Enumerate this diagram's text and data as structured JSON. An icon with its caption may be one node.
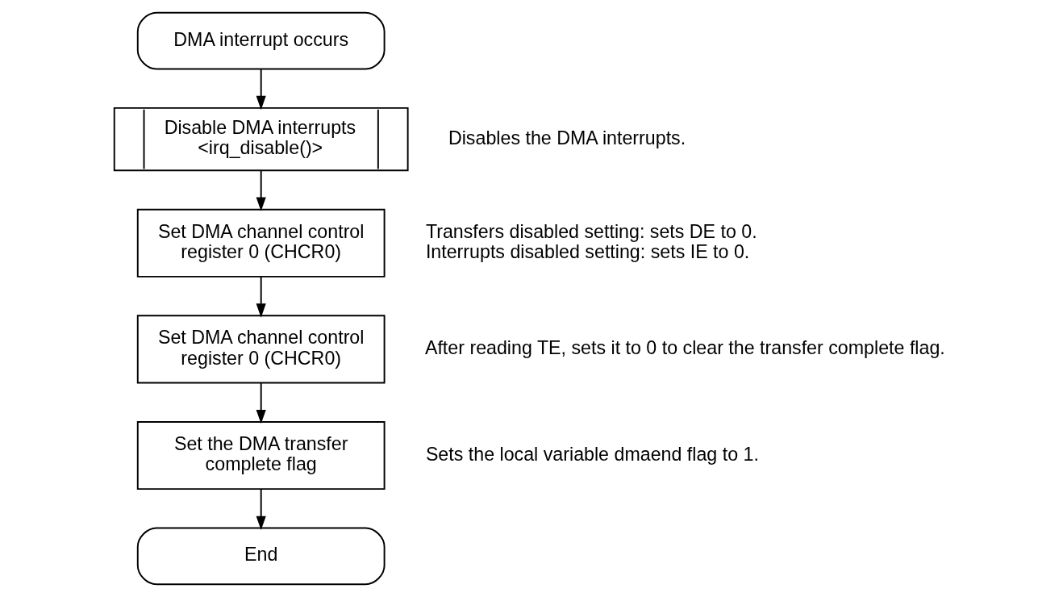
{
  "diagram": {
    "nodes": [
      {
        "text": [
          "DMA interrupt occurs"
        ]
      },
      {
        "text": [
          "Disable DMA interrupts <irq_disable()>"
        ],
        "beside": [
          "Disables the DMA interrupts."
        ]
      },
      {
        "text": [
          "Set DMA channel control register 0 (CHCR0)"
        ],
        "beside": [
          "Transfers disabled setting: sets DE to 0.",
          "Interrupts disabled setting: sets IE to 0."
        ]
      },
      {
        "text": [
          "Set DMA channel control register 0 (CHCR0)"
        ],
        "beside": [
          "After reading TE, sets it to 0 to clear the transfer complete flag."
        ]
      },
      {
        "text": [
          "Set the DMA transfer complete flag"
        ],
        "beside": [
          "Sets the local variable dmaend flag to 1."
        ]
      },
      {
        "text": [
          "End"
        ]
      }
    ],
    "edges": [
      {
        "from": 0,
        "to": 1,
        "arrow": "to"
      },
      {
        "from": 1,
        "to": 2,
        "arrow": "to"
      },
      {
        "from": 2,
        "to": 3,
        "arrow": "to"
      },
      {
        "from": 3,
        "to": 4,
        "arrow": "to"
      },
      {
        "from": 4,
        "to": 5,
        "arrow": "to"
      }
    ]
  }
}
